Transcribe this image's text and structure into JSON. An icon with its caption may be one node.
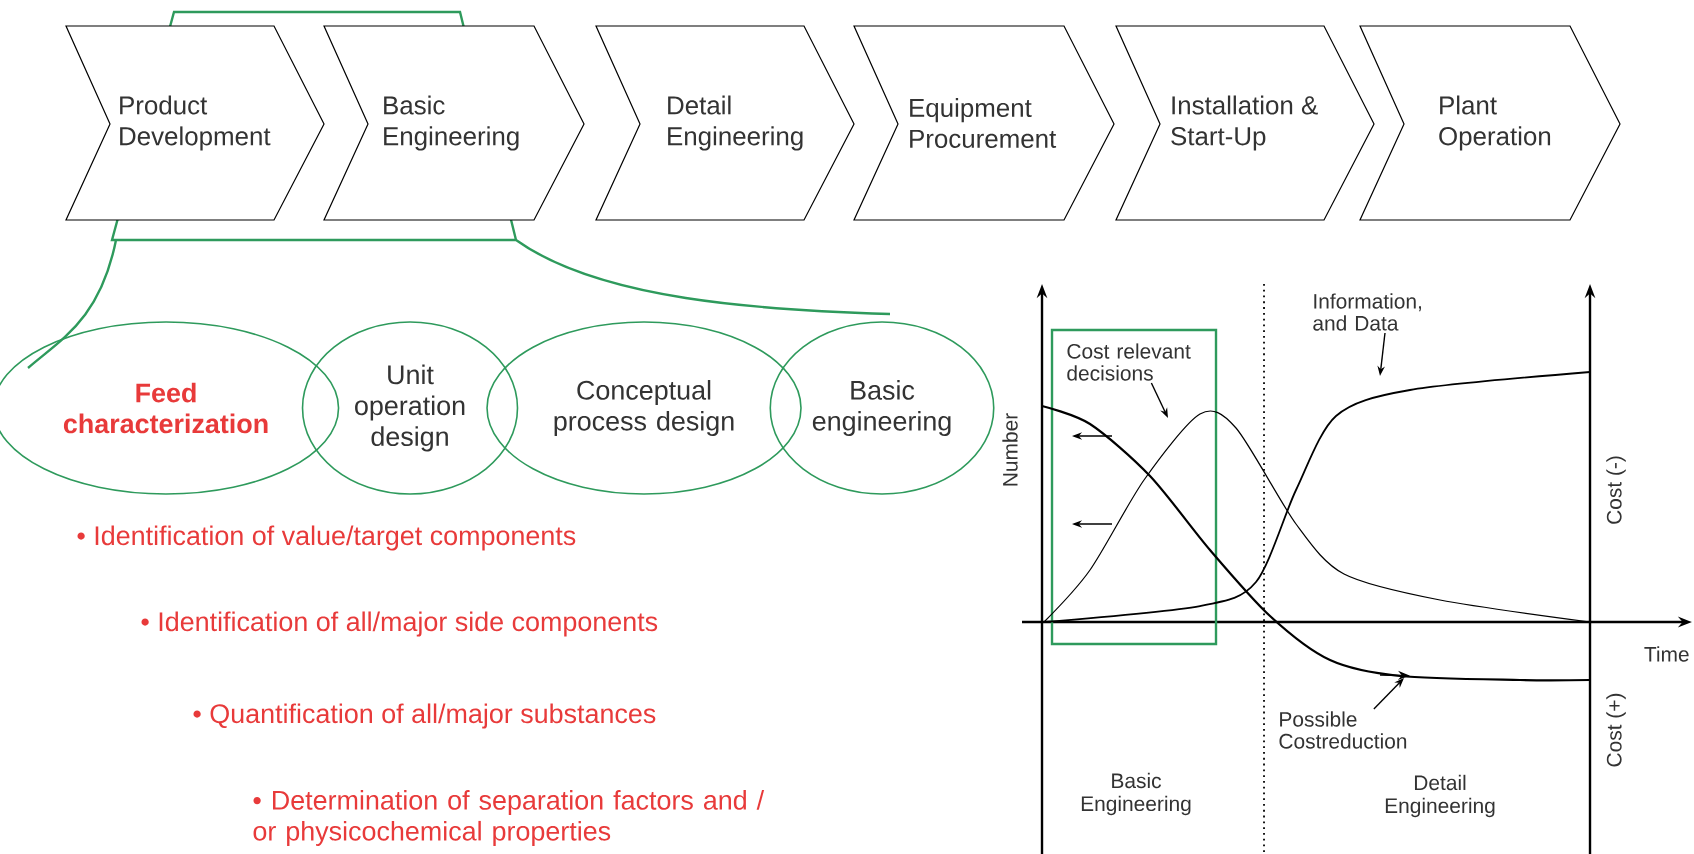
{
  "diagram": {
    "nodes": [
      {
        "text": [
          "Product Development"
        ]
      },
      {
        "text": [
          "Basic Engineering"
        ]
      },
      {
        "text": [
          "Detail Engineering"
        ]
      },
      {
        "text": [
          "Equipment Procurement"
        ]
      },
      {
        "text": [
          "Installation & Start-Up"
        ]
      },
      {
        "text": [
          "Plant Operation"
        ]
      },
      {
        "text": [
          "Feed characterization"
        ]
      },
      {
        "text": [
          "Unit operation design"
        ]
      },
      {
        "text": [
          "Conceptual process design"
        ]
      },
      {
        "text": [
          "Basic engineering"
        ]
      },
      {
        "text": [
          "Cost relevant decisions"
        ]
      },
      {
        "text": [
          "Information, and Data"
        ]
      },
      {
        "text": [
          "Possible Costreduction"
        ]
      }
    ],
    "edges": [
      {
        "from": 10,
        "to": null,
        "arrow": "to"
      },
      {
        "from": 11,
        "to": null,
        "arrow": "to"
      },
      {
        "from": 12,
        "to": null,
        "arrow": "to"
      }
    ],
    "labels": [
      "• Identification of value/target components",
      "• Identification of all/major side components",
      "• Quantification of all/major substances",
      "• Determination of separation factors and / or physicochemical properties",
      "Number",
      "Cost (-)",
      "Time",
      "Cost (+)",
      "Basic Engineering",
      "Detail Engineering"
    ]
  }
}
